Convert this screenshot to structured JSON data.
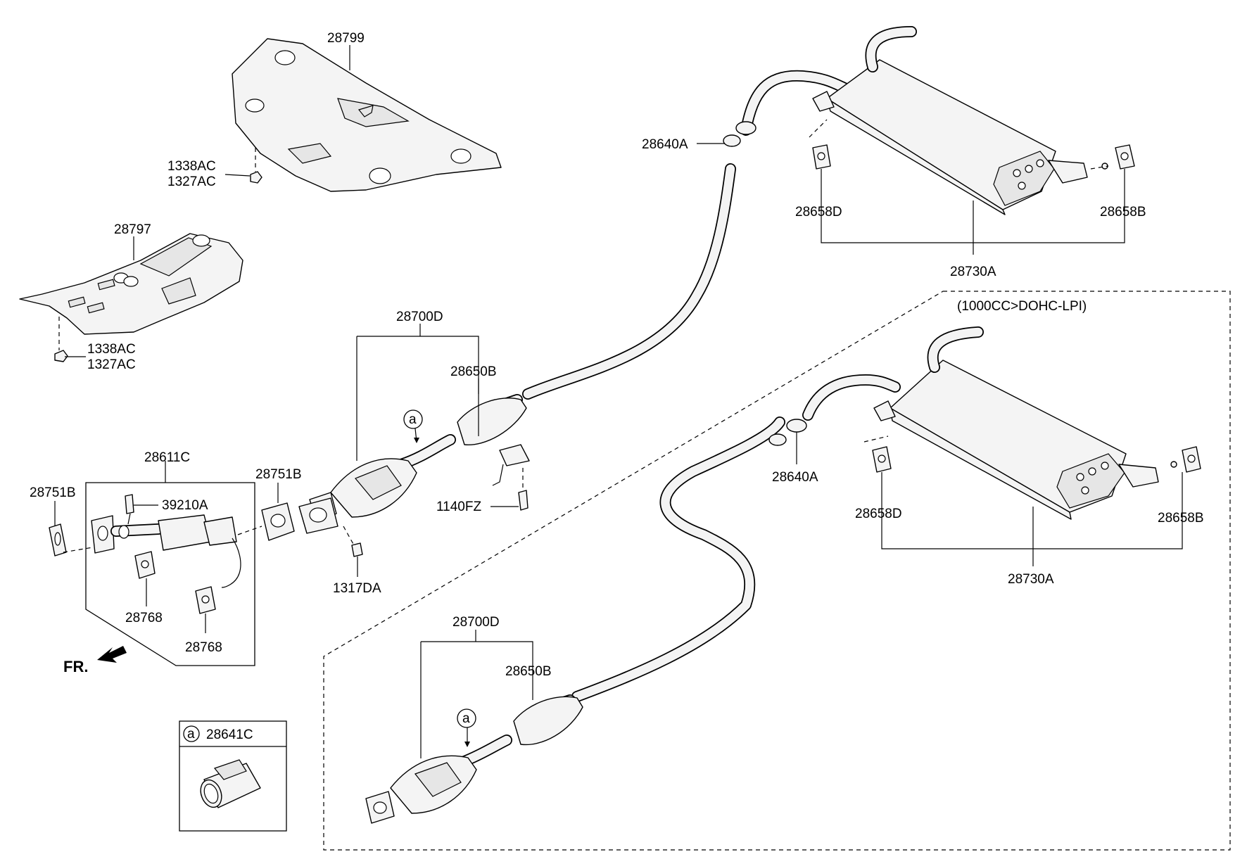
{
  "labels": {
    "p28799": "28799",
    "p1338ac_a": "1338AC",
    "p1327ac_a": "1327AC",
    "p28797": "28797",
    "p1338ac_b": "1338AC",
    "p1327ac_b": "1327AC",
    "p28611c": "28611C",
    "p28751b_l": "28751B",
    "p39210a": "39210A",
    "p28768_a": "28768",
    "p28768_b": "28768",
    "p28751b_r": "28751B",
    "p1317da": "1317DA",
    "p28700d_top": "28700D",
    "p28650b_top": "28650B",
    "p1140fz": "1140FZ",
    "p28640a_top": "28640A",
    "p28658d_top": "28658D",
    "p28658b_top": "28658B",
    "p28730a_top": "28730A",
    "variant": "(1000CC>DOHC-LPI)",
    "p28640a_bot": "28640A",
    "p28658d_bot": "28658D",
    "p28658b_bot": "28658B",
    "p28730a_bot": "28730A",
    "p28700d_bot": "28700D",
    "p28650b_bot": "28650B",
    "p28641c": "28641C",
    "callout_a_top": "a",
    "callout_a_bot": "a",
    "callout_a_legend": "a",
    "front": "FR."
  },
  "icons": [
    "front-direction-arrow-icon",
    "callout-circle-icon"
  ]
}
